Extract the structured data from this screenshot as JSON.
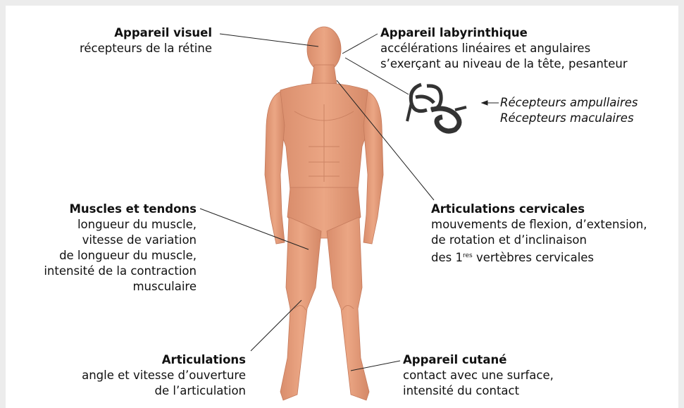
{
  "labels": {
    "visuel": {
      "title": "Appareil visuel",
      "lines": [
        "récepteurs de la rétine"
      ]
    },
    "labyrinthique": {
      "title": "Appareil labyrinthique",
      "lines": [
        "accélérations linéaires et angulaires",
        "s’exerçant au niveau de la tête, pesanteur"
      ]
    },
    "recepteurs": {
      "lines": [
        "Récepteurs ampullaires",
        "Récepteurs maculaires"
      ]
    },
    "muscles": {
      "title": "Muscles et tendons",
      "lines": [
        "longueur du muscle,",
        "vitesse de variation",
        "de longueur du muscle,",
        "intensité de la contraction",
        "musculaire"
      ]
    },
    "cervicales": {
      "title": "Articulations cervicales",
      "lines": [
        "mouvements de flexion, d’extension,",
        "de rotation et d’inclinaison"
      ],
      "last_prefix": "des 1",
      "last_sup": "res",
      "last_suffix": " vertèbres cervicales"
    },
    "articulations": {
      "title": "Articulations",
      "lines": [
        "angle et vitesse d’ouverture",
        "de l’articulation"
      ]
    },
    "cutane": {
      "title": "Appareil cutané",
      "lines": [
        "contact avec une surface,",
        "intensité du contact"
      ]
    }
  },
  "colors": {
    "skin": "#e9a07e",
    "skin_shade": "#cf8465",
    "line": "#222222",
    "ear": "#333333"
  }
}
